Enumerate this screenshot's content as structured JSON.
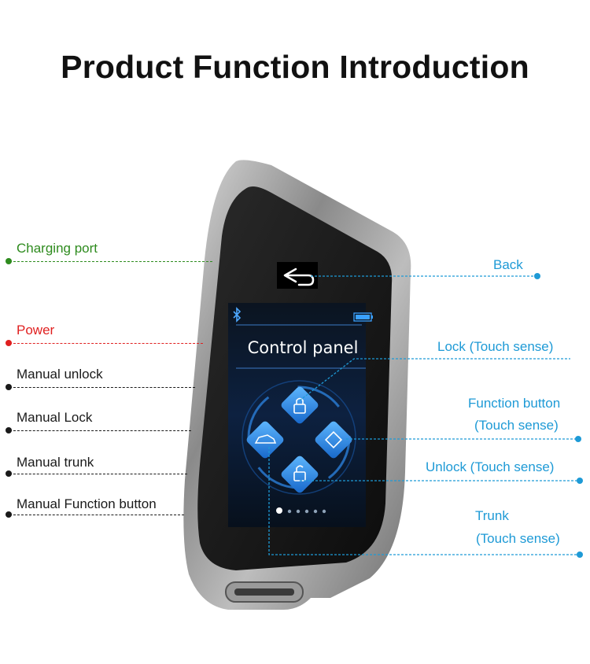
{
  "title": "Product Function Introduction",
  "screen": {
    "title": "Control panel",
    "page_indicator": {
      "pages": 6,
      "active": 1
    }
  },
  "labels": {
    "charging_port": "Charging port",
    "power": "Power",
    "manual_unlock": "Manual unlock",
    "manual_lock": "Manual Lock",
    "manual_trunk": "Manual trunk",
    "manual_function": "Manual Function button",
    "back": "Back",
    "lock": "Lock (Touch sense)",
    "function_line1": "Function button",
    "function_line2": "(Touch sense)",
    "unlock": "Unlock (Touch sense)",
    "trunk_line1": "Trunk",
    "trunk_line2": "(Touch sense)"
  },
  "colors": {
    "green": "#2e8b1e",
    "red": "#e02020",
    "black": "#1a1a1a",
    "blue": "#1e9ad6"
  },
  "icons": [
    "back-arrow-icon",
    "bluetooth-icon",
    "battery-icon",
    "lock-icon",
    "unlock-icon",
    "trunk-car-icon",
    "function-diamond-icon"
  ]
}
